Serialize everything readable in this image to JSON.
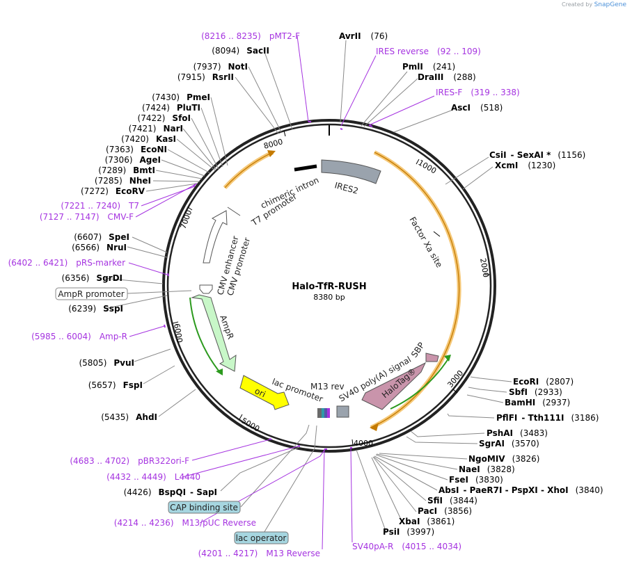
{
  "credit": {
    "created_by": "Created by",
    "brand": "SnapGene"
  },
  "plasmid": {
    "name": "Halo-TfR-RUSH",
    "size": "8380 bp"
  },
  "ticks": [
    "1000",
    "2000",
    "3000",
    "4000",
    "5000",
    "6000",
    "7000",
    "8000"
  ],
  "colors": {
    "backbone": "#222222",
    "primer": "#a533e0",
    "orange": "#f0a028",
    "green": "#2c9a1e",
    "ampr": "#c8f7c8",
    "ori": "#ffff00",
    "halotag": "#c994ab",
    "ires": "#9aa3ad",
    "boxed": "#a6d6e0"
  },
  "enzymes_right": [
    {
      "id": "avrii",
      "name": "AvrII",
      "pos": "(76)"
    },
    {
      "id": "ires-rev",
      "primer": true,
      "name": "IRES reverse",
      "pos": "(92 .. 109)"
    },
    {
      "id": "pmli",
      "name": "PmlI",
      "pos": "(241)"
    },
    {
      "id": "draiii",
      "name": "DraIII",
      "pos": "(288)"
    },
    {
      "id": "ires-f",
      "primer": true,
      "name": "IRES-F",
      "pos": "(319 .. 338)"
    },
    {
      "id": "asci",
      "name": "AscI",
      "pos": "(518)"
    },
    {
      "id": "csii",
      "name": "CsiI",
      "extra": "- SexAI *",
      "pos": "(1156)"
    },
    {
      "id": "xcmi",
      "name": "XcmI",
      "pos": "(1230)"
    },
    {
      "id": "ecori",
      "name": "EcoRI",
      "pos": "(2807)"
    },
    {
      "id": "sbfi",
      "name": "SbfI",
      "pos": "(2933)"
    },
    {
      "id": "bamhi",
      "name": "BamHI",
      "pos": "(2937)"
    },
    {
      "id": "pflfi",
      "name": "PflFI",
      "extra": "- Tth111I",
      "pos": "(3186)"
    },
    {
      "id": "pshai",
      "name": "PshAI",
      "pos": "(3483)"
    },
    {
      "id": "sgrai",
      "name": "SgrAI",
      "pos": "(3570)"
    },
    {
      "id": "ngomiv",
      "name": "NgoMIV",
      "pos": "(3826)"
    },
    {
      "id": "naei",
      "name": "NaeI",
      "pos": "(3828)"
    },
    {
      "id": "fsei",
      "name": "FseI",
      "pos": "(3830)"
    },
    {
      "id": "absi",
      "name": "AbsI",
      "extra": "- PaeR7I - PspXI - XhoI",
      "pos": "(3840)"
    },
    {
      "id": "sfii",
      "name": "SfiI",
      "pos": "(3844)"
    },
    {
      "id": "paci",
      "name": "PacI",
      "pos": "(3856)"
    },
    {
      "id": "xbai",
      "name": "XbaI",
      "pos": "(3861)"
    },
    {
      "id": "psii",
      "name": "PsiI",
      "pos": "(3997)"
    },
    {
      "id": "sv40pa",
      "primer": true,
      "name": "SV40pA-R",
      "pos": "(4015 .. 4034)"
    }
  ],
  "enzymes_left": [
    {
      "id": "pmt2",
      "primer": true,
      "name": "pMT2-F",
      "pos": "(8216 .. 8235)"
    },
    {
      "id": "sacii",
      "name": "SacII",
      "pos": "(8094)"
    },
    {
      "id": "noti",
      "name": "NotI",
      "pos": "(7937)"
    },
    {
      "id": "rsrii",
      "name": "RsrII",
      "pos": "(7915)"
    },
    {
      "id": "pmei",
      "name": "PmeI",
      "pos": "(7430)"
    },
    {
      "id": "pluti",
      "name": "PluTI",
      "pos": "(7424)"
    },
    {
      "id": "sfoi",
      "name": "SfoI",
      "pos": "(7422)"
    },
    {
      "id": "nari",
      "name": "NarI",
      "pos": "(7421)"
    },
    {
      "id": "kasi",
      "name": "KasI",
      "pos": "(7420)"
    },
    {
      "id": "econi",
      "name": "EcoNI",
      "pos": "(7363)"
    },
    {
      "id": "agei",
      "name": "AgeI",
      "pos": "(7306)"
    },
    {
      "id": "bmti",
      "name": "BmtI",
      "pos": "(7289)"
    },
    {
      "id": "nhei",
      "name": "NheI",
      "pos": "(7285)"
    },
    {
      "id": "ecorv",
      "name": "EcoRV",
      "pos": "(7272)"
    },
    {
      "id": "t7",
      "primer": true,
      "name": "T7",
      "pos": "(7221 .. 7240)"
    },
    {
      "id": "cmvf",
      "primer": true,
      "name": "CMV-F",
      "pos": "(7127 .. 7147)"
    },
    {
      "id": "spei",
      "name": "SpeI",
      "pos": "(6607)"
    },
    {
      "id": "nrui",
      "name": "NruI",
      "pos": "(6566)"
    },
    {
      "id": "prs",
      "primer": true,
      "name": "pRS-marker",
      "pos": "(6402 .. 6421)"
    },
    {
      "id": "sgrdi",
      "name": "SgrDI",
      "pos": "(6356)"
    },
    {
      "id": "sspi",
      "name": "SspI",
      "pos": "(6239)"
    },
    {
      "id": "ampr-r",
      "primer": true,
      "name": "Amp-R",
      "pos": "(5985 .. 6004)"
    },
    {
      "id": "pvui",
      "name": "PvuI",
      "pos": "(5805)"
    },
    {
      "id": "fspi",
      "name": "FspI",
      "pos": "(5657)"
    },
    {
      "id": "ahdi",
      "name": "AhdI",
      "pos": "(5435)"
    },
    {
      "id": "pbr322",
      "primer": true,
      "name": "pBR322ori-F",
      "pos": "(4683 .. 4702)"
    },
    {
      "id": "l4440",
      "primer": true,
      "name": "L4440",
      "pos": "(4432 .. 4449)"
    },
    {
      "id": "bspqi",
      "name": "BspQI",
      "extra": "- SapI",
      "pos": "(4426)"
    },
    {
      "id": "m13puc",
      "primer": true,
      "name": "M13/pUC Reverse",
      "pos": "(4214 .. 4236)"
    },
    {
      "id": "m13rev",
      "primer": true,
      "name": "M13 Reverse",
      "pos": "(4201 .. 4217)"
    }
  ],
  "boxed": {
    "ampr_promoter": "AmpR promoter",
    "cap": "CAP binding site",
    "lac_op": "lac operator"
  },
  "features": {
    "ires2": "IRES2",
    "factor_xa": "Factor Xa site",
    "sbp": "SBP",
    "halotag": "HaloTag®",
    "sv40": "SV40 poly(A) signal",
    "m13rev": "M13 rev",
    "lac_prom": "lac promoter",
    "ori": "ori",
    "ampr": "AmpR",
    "cmv_prom": "CMV promoter",
    "cmv_enh": "CMV enhancer",
    "t7_prom": "T7 promoter",
    "intron": "chimeric intron"
  }
}
